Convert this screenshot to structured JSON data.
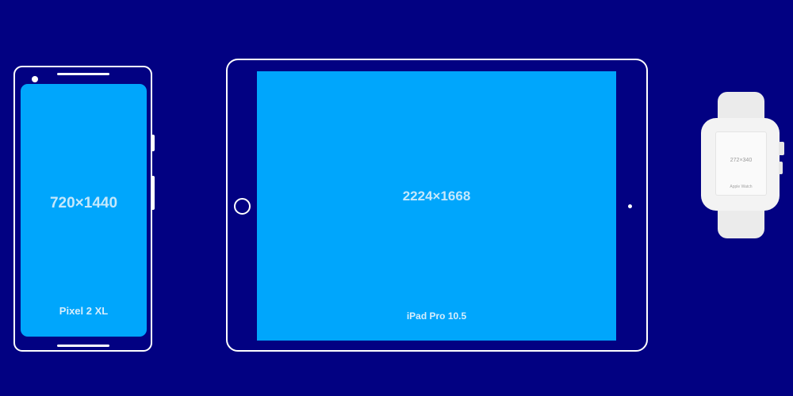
{
  "devices": [
    {
      "id": "pixel-2-xl",
      "name": "Pixel 2 XL",
      "resolution": "720×1440",
      "frame_color": "#ffffff",
      "screen_color": "#00a6fc"
    },
    {
      "id": "ipad-pro-10-5",
      "name": "iPad Pro 10.5",
      "resolution": "2224×1668",
      "frame_color": "#ffffff",
      "screen_color": "#00a6fc"
    },
    {
      "id": "apple-watch",
      "name": "Apple Watch",
      "resolution": "272×340",
      "frame_color": "#f3f3f3",
      "screen_color": "#fafafa"
    }
  ],
  "colors": {
    "background": "#020182",
    "screen": "#00a6fc",
    "label": "#c5e8fb"
  }
}
